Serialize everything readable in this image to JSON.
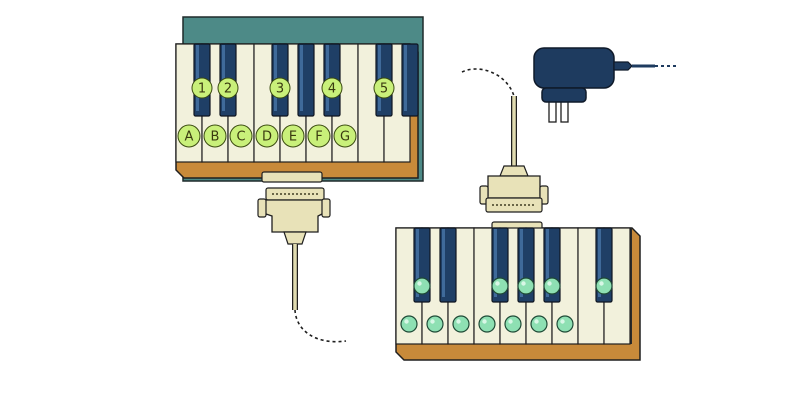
{
  "upper_keyboard": {
    "black_key_labels": [
      "1",
      "2",
      "3",
      "4",
      "5"
    ],
    "white_key_labels": [
      "A",
      "B",
      "C",
      "D",
      "E",
      "F",
      "G"
    ]
  },
  "colors": {
    "board_teal": "#4d8a87",
    "body_orange": "#c88a3a",
    "key_ivory": "#f2f1dc",
    "black_key_navy": "#1f3f66",
    "label_marker_lime": "#c9f07a",
    "led_green": "#8ee0b3",
    "connector_tan": "#e8e2b8",
    "adapter_navy": "#1e3b5f"
  },
  "icons": {
    "power_adapter": "power-adapter-icon",
    "db25_connector": "db25-connector-icon"
  }
}
